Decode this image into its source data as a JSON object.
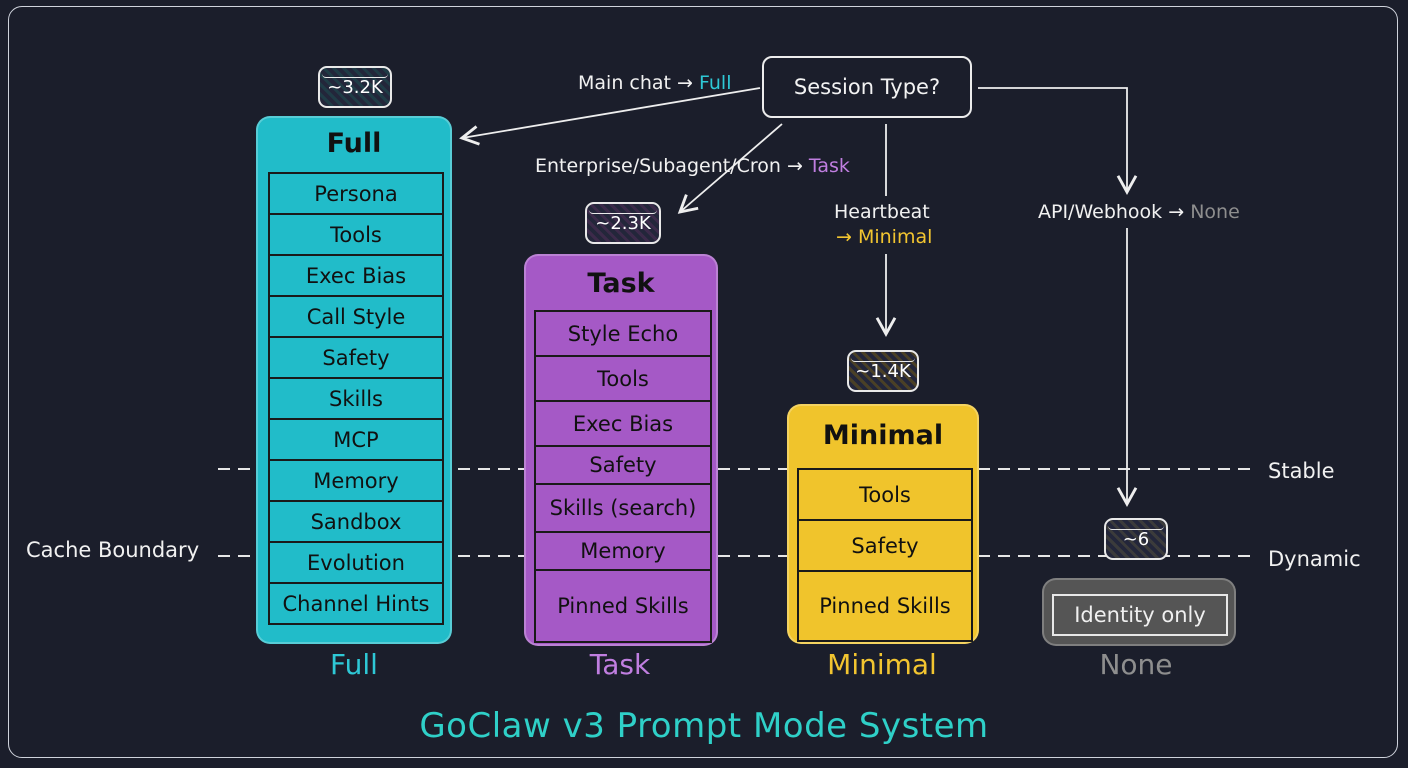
{
  "title": "GoClaw v3 Prompt Mode System",
  "decision": {
    "label": "Session Type?",
    "edges": {
      "main_chat": {
        "prefix": "Main chat →",
        "mode": "Full"
      },
      "enterprise": {
        "prefix": "Enterprise/Subagent/Cron →",
        "mode": "Task"
      },
      "heartbeat": {
        "line1": "Heartbeat",
        "line2": "→ Minimal"
      },
      "api": {
        "prefix": "API/Webhook →",
        "mode": "None"
      }
    }
  },
  "boundaries": {
    "stable": "Stable",
    "dynamic": "Dynamic",
    "cache": "Cache Boundary"
  },
  "modes": [
    {
      "name": "Full",
      "tokens": "~3.2K",
      "color": "#21bcc9",
      "sections": [
        "Persona",
        "Tools",
        "Exec Bias",
        "Call Style",
        "Safety",
        "Skills",
        "MCP",
        "Memory",
        "Sandbox",
        "Evolution",
        "Channel Hints"
      ]
    },
    {
      "name": "Task",
      "tokens": "~2.3K",
      "color": "#a559c6",
      "sections": [
        "Style Echo",
        "Tools",
        "Exec Bias",
        "Safety",
        "Skills (search)",
        "Memory",
        "Pinned Skills"
      ]
    },
    {
      "name": "Minimal",
      "tokens": "~1.4K",
      "color": "#f0c42c",
      "sections": [
        "Tools",
        "Safety",
        "Pinned Skills"
      ]
    },
    {
      "name": "None",
      "tokens": "~6",
      "color": "#555555",
      "sections": [
        "Identity only"
      ]
    }
  ]
}
